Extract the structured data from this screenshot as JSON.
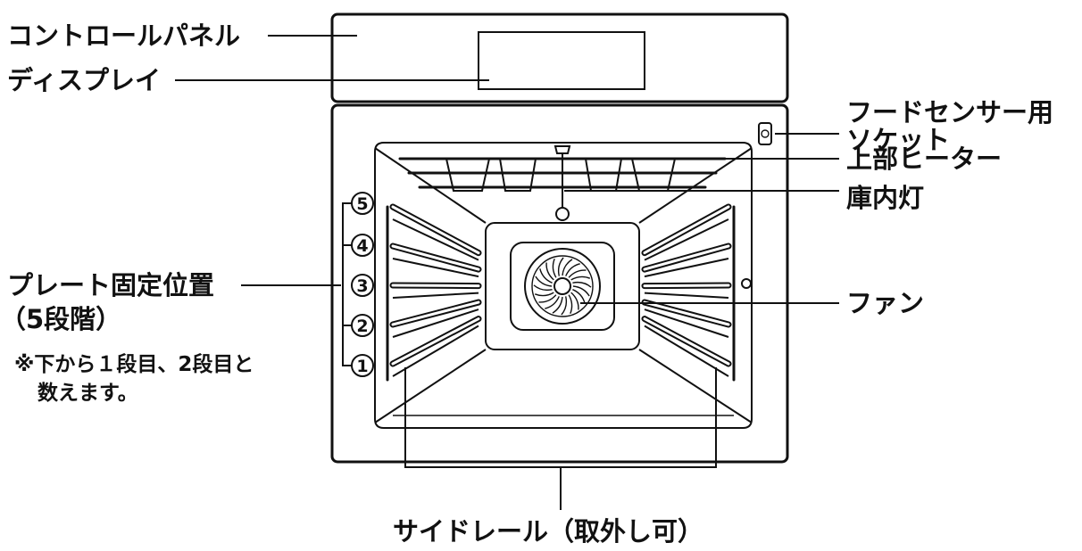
{
  "labels": {
    "control_panel": "コントロールパネル",
    "display": "ディスプレイ",
    "food_sensor_line1": "フードセンサー用",
    "food_sensor_line2": "ソケット",
    "top_heater": "上部ヒーター",
    "oven_light": "庫内灯",
    "plate_position_line1": "プレート固定位置",
    "plate_position_line2": "（5段階）",
    "fan": "ファン",
    "side_rail": "サイドレール（取外し可）"
  },
  "note": {
    "line1": "※下から１段目、2段目と",
    "line2": "数えます。"
  },
  "shelf_positions": [
    "5",
    "4",
    "3",
    "2",
    "1"
  ]
}
